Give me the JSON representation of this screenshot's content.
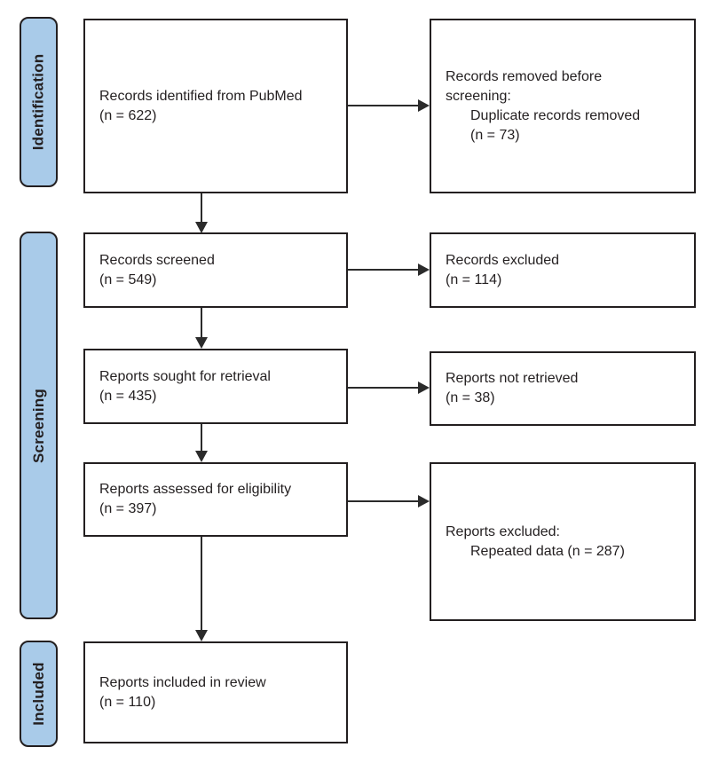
{
  "colors": {
    "background": "#ffffff",
    "stage_fill": "#a9cbe9",
    "border": "#231f20",
    "arrow": "#2b2b2b",
    "text": "#231f20"
  },
  "stages": {
    "identification": "Identification",
    "screening": "Screening",
    "included": "Included"
  },
  "boxes": {
    "identified": {
      "lines": [
        "Records identified from PubMed",
        "(n = 622)"
      ]
    },
    "removed_before_screening": {
      "lines": [
        "Records removed before",
        "screening:",
        "Duplicate records removed",
        "(n = 73)"
      ]
    },
    "screened": {
      "lines": [
        "Records screened",
        "(n = 549)"
      ]
    },
    "records_excluded": {
      "lines": [
        "Records excluded",
        "(n = 114)"
      ]
    },
    "sought": {
      "lines": [
        "Reports sought for retrieval",
        "(n = 435)"
      ]
    },
    "not_retrieved": {
      "lines": [
        "Reports not retrieved",
        "(n = 38)"
      ]
    },
    "assessed": {
      "lines": [
        "Reports assessed for eligibility",
        "(n = 397)"
      ]
    },
    "reports_excluded": {
      "lines": [
        "Reports excluded:",
        "Repeated data (n = 287)"
      ]
    },
    "included_in_review": {
      "lines": [
        "Reports included in review",
        "(n = 110)"
      ]
    }
  }
}
